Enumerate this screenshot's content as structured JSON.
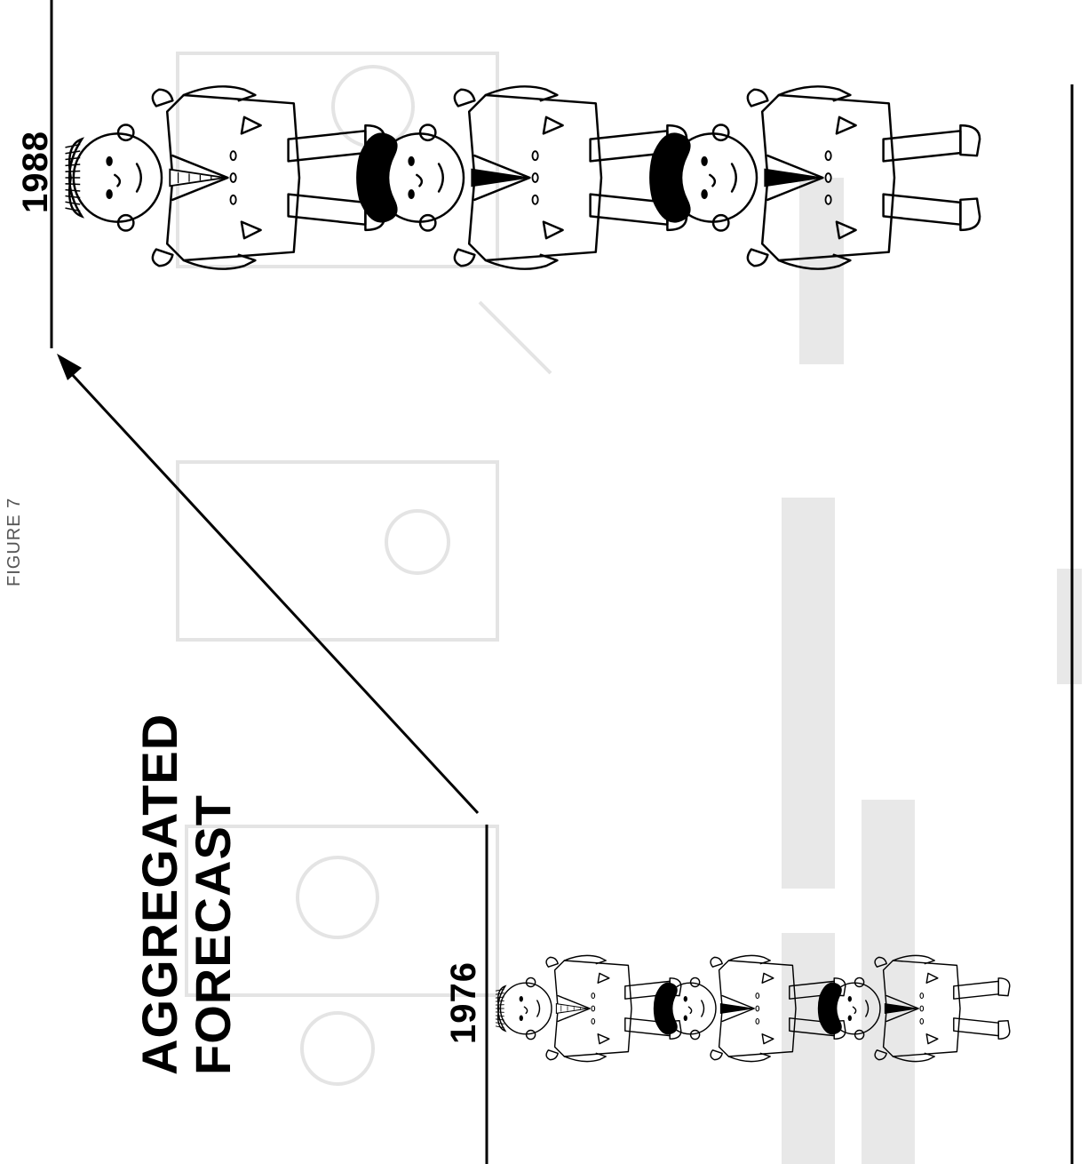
{
  "figure_label": "FIGURE 7",
  "heading": {
    "line1": "AGGREGATED",
    "line2": "FORECAST"
  },
  "years": {
    "start": "1976",
    "end": "1988"
  },
  "left_group": {
    "label": "1976",
    "figure_count": 3
  },
  "right_group": {
    "label": "1988",
    "figure_count": 3
  },
  "colors": {
    "ink": "#000000",
    "ghost": "#e6e6e6",
    "paper": "#ffffff"
  }
}
